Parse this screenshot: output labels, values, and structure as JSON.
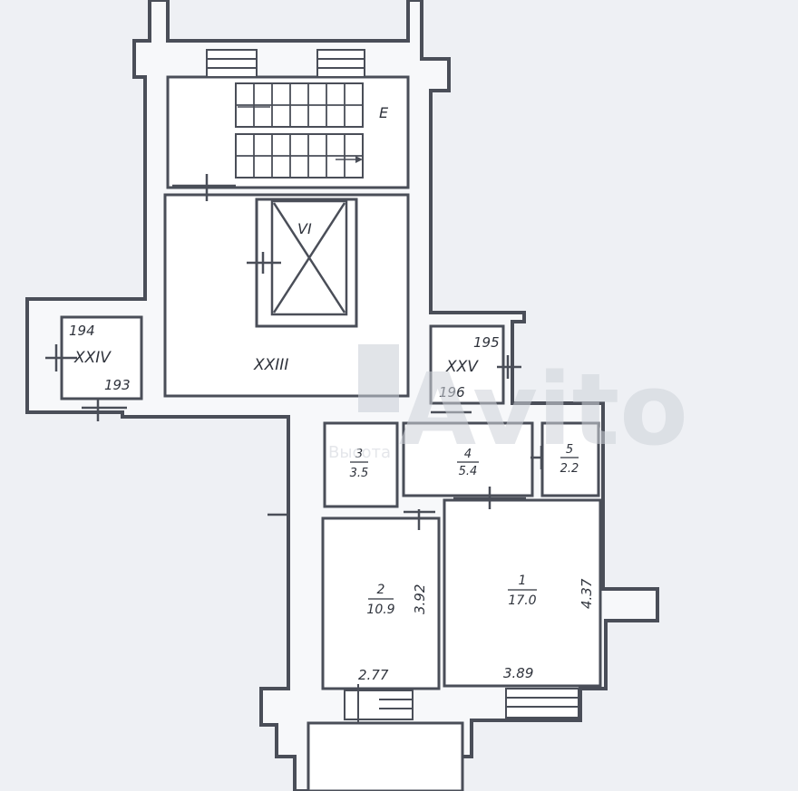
{
  "stair_label": "E",
  "elevator_label": "VI",
  "hall_label": "XXIII",
  "left_room": {
    "label": "XXIV",
    "top_num": "194",
    "bottom_num": "193"
  },
  "right_room": {
    "label": "XXV",
    "top_num": "195",
    "bottom_num": "196"
  },
  "rooms": [
    {
      "num": "1",
      "area": "17.0"
    },
    {
      "num": "2",
      "area": "10.9"
    },
    {
      "num": "3",
      "area": "3.5"
    },
    {
      "num": "4",
      "area": "5.4"
    },
    {
      "num": "5",
      "area": "2.2"
    }
  ],
  "dims": {
    "room2_height": "3.92",
    "room2_width": "2.77",
    "room1_height": "4.37",
    "room1_width": "3.89"
  },
  "watermark": {
    "brand": "Avito",
    "agency": "Высота"
  }
}
